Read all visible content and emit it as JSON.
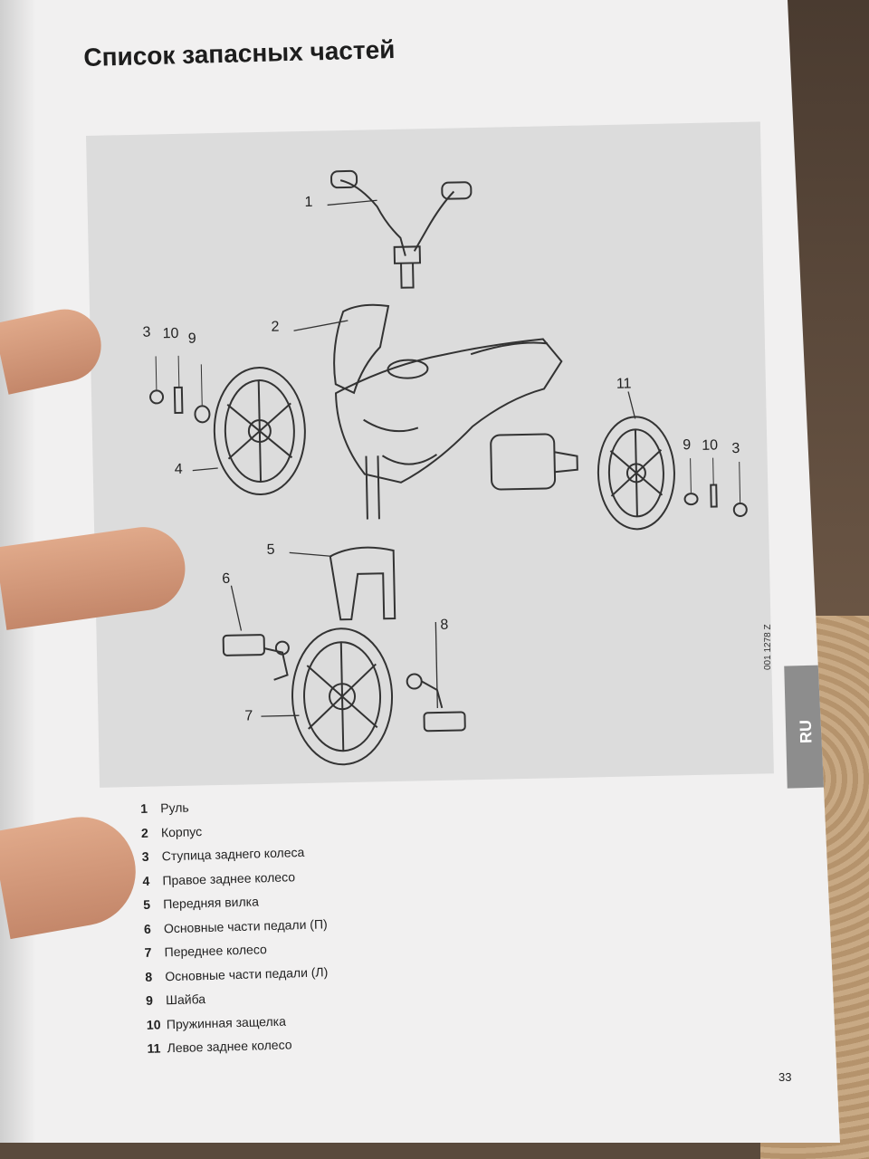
{
  "title": "Список запасных частей",
  "callouts": [
    {
      "id": "c1",
      "text": "1"
    },
    {
      "id": "c2",
      "text": "2"
    },
    {
      "id": "c3a",
      "text": "3"
    },
    {
      "id": "c10a",
      "text": "10"
    },
    {
      "id": "c9a",
      "text": "9"
    },
    {
      "id": "c4",
      "text": "4"
    },
    {
      "id": "c11",
      "text": "11"
    },
    {
      "id": "c9b",
      "text": "9"
    },
    {
      "id": "c10b",
      "text": "10"
    },
    {
      "id": "c3b",
      "text": "3"
    },
    {
      "id": "c5",
      "text": "5"
    },
    {
      "id": "c6",
      "text": "6"
    },
    {
      "id": "c8",
      "text": "8"
    },
    {
      "id": "c7",
      "text": "7"
    }
  ],
  "figure_code": "001 1278 Z",
  "language_tab": "RU",
  "legend": [
    {
      "num": "1",
      "label": "Руль"
    },
    {
      "num": "2",
      "label": "Корпус"
    },
    {
      "num": "3",
      "label": "Ступица заднего колеса"
    },
    {
      "num": "4",
      "label": "Правое заднее колесо"
    },
    {
      "num": "5",
      "label": "Передняя вилка"
    },
    {
      "num": "6",
      "label": "Основные части педали (П)"
    },
    {
      "num": "7",
      "label": "Переднее колесо"
    },
    {
      "num": "8",
      "label": "Основные части педали (Л)"
    },
    {
      "num": "9",
      "label": "Шайба"
    },
    {
      "num": "10",
      "label": "Пружинная защелка"
    },
    {
      "num": "11",
      "label": "Левое заднее колесо"
    }
  ],
  "page_number": "33"
}
